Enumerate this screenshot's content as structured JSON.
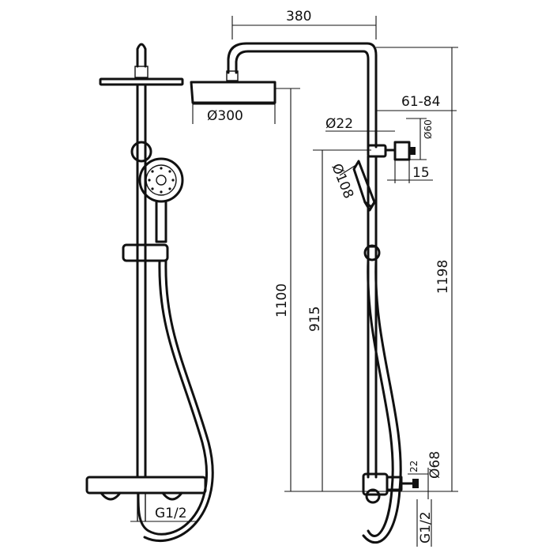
{
  "dimensions": {
    "arm_reach": "380",
    "head_diameter": "Ø300",
    "wall_range": "61-84",
    "pipe_diameter": "Ø22",
    "bracket_diameter": "Ø60",
    "bracket_depth": "15",
    "hand_shower_diameter": "Ø108",
    "rail_height": "1100",
    "holder_height": "915",
    "total_height": "1198",
    "mixer_offset": "22",
    "mixer_diameter": "Ø68",
    "inlet_left": "G1/2",
    "inlet_right": "G1/2"
  }
}
